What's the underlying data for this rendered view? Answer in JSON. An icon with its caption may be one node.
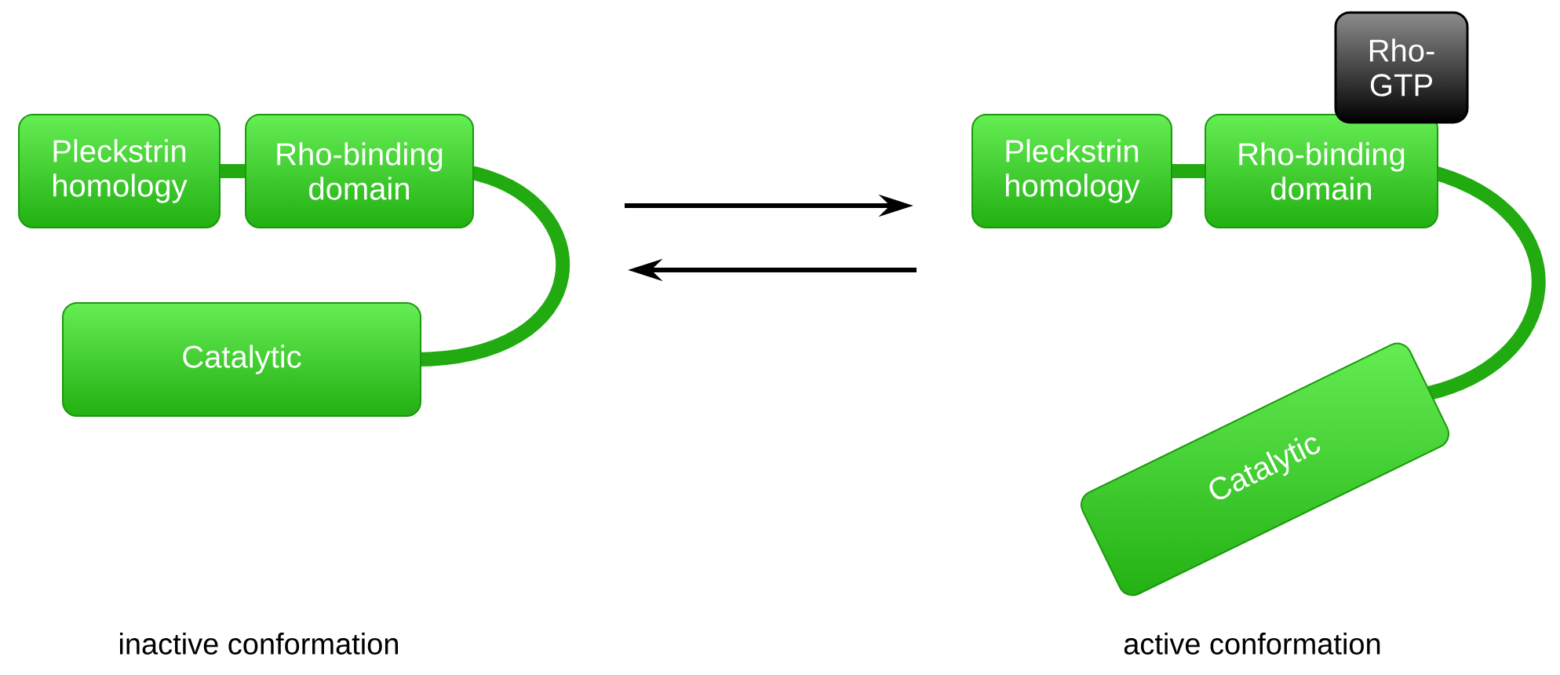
{
  "diagram": {
    "nodes": [
      {
        "text": [
          "Pleckstrin homology"
        ]
      },
      {
        "text": [
          "Rho-binding domain"
        ]
      },
      {
        "text": [
          "Catalytic"
        ]
      },
      {
        "text": [
          "Pleckstrin homology"
        ]
      },
      {
        "text": [
          "Rho-binding domain"
        ]
      },
      {
        "text": [
          "Rho-GTP"
        ]
      },
      {
        "text": [
          "Catalytic"
        ]
      }
    ],
    "edges": [
      {
        "from": 0,
        "to": 1,
        "arrow": "none"
      },
      {
        "from": 1,
        "to": 2,
        "arrow": "none"
      },
      {
        "from": 3,
        "to": 4,
        "arrow": "none"
      },
      {
        "from": 4,
        "to": 6,
        "arrow": "none"
      }
    ],
    "labels": [
      "inactive conformation",
      "active conformation"
    ]
  }
}
